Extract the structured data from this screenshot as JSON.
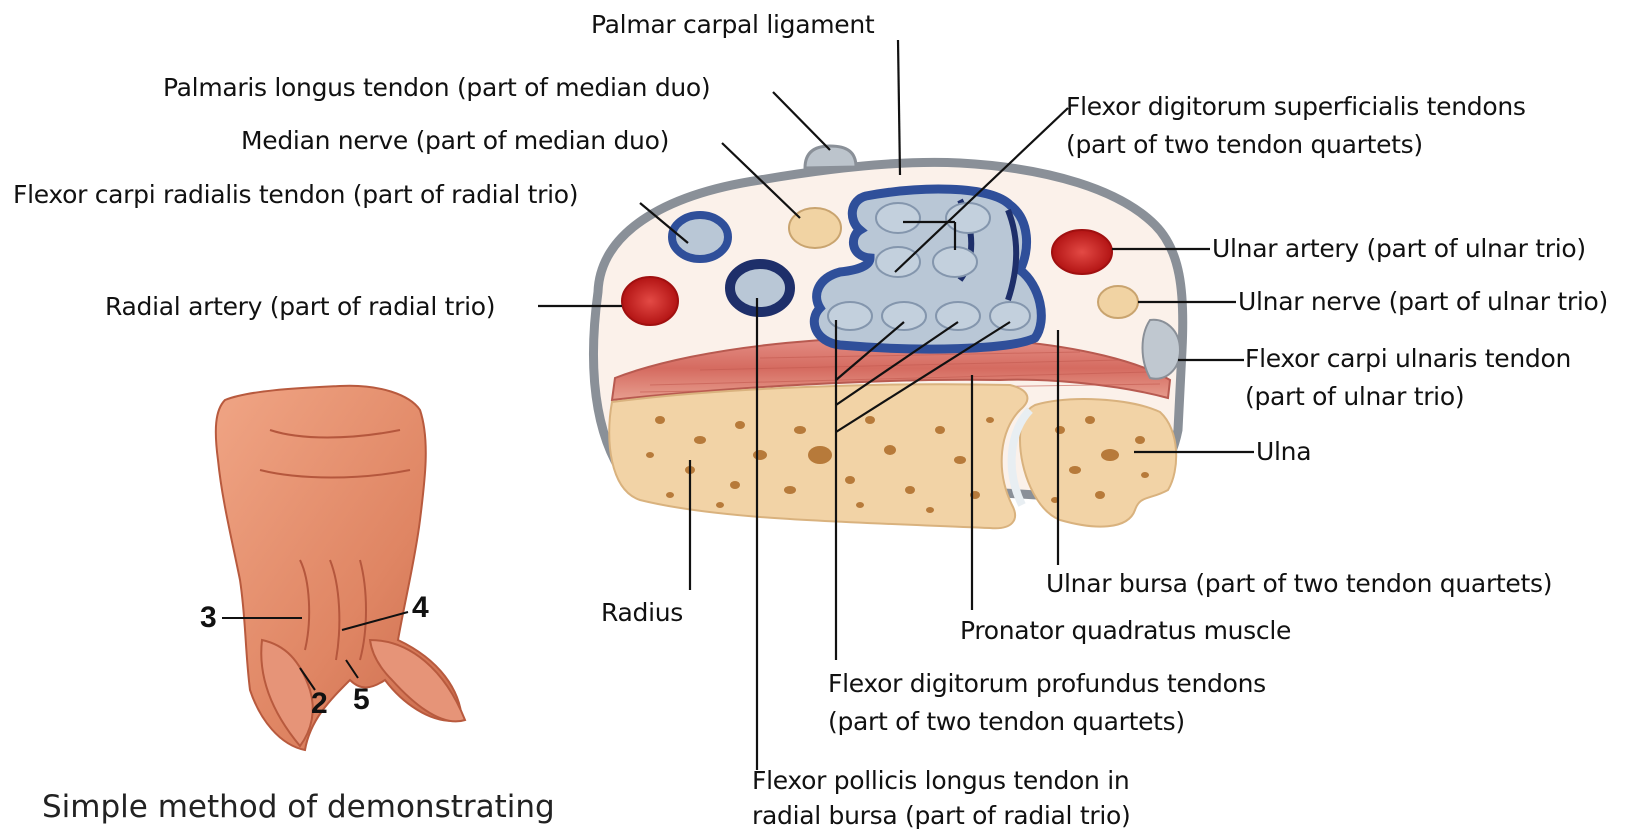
{
  "labels": {
    "palmar_carpal_ligament": "Palmar carpal ligament",
    "palmaris_longus": "Palmaris longus tendon (part of median duo)",
    "median_nerve": "Median nerve (part of median duo)",
    "flexor_carpi_radialis": "Flexor carpi radialis tendon (part of radial trio)",
    "radial_artery": "Radial artery (part of radial trio)",
    "fds_line1": "Flexor digitorum superficialis tendons",
    "fds_line2": "(part of two tendon quartets)",
    "ulnar_artery": "Ulnar artery (part of ulnar trio)",
    "ulnar_nerve": "Ulnar nerve (part of ulnar trio)",
    "fcu_line1": "Flexor carpi ulnaris tendon",
    "fcu_line2": "(part of ulnar trio)",
    "ulna": "Ulna",
    "radius": "Radius",
    "ulnar_bursa": "Ulnar bursa (part of two tendon quartets)",
    "pronator_quadratus": "Pronator quadratus muscle",
    "fdp_line1": "Flexor digitorum profundus tendons",
    "fdp_line2": "(part of two tendon quartets)",
    "fpl_line1": "Flexor pollicis longus tendon in",
    "fpl_line2": "radial bursa (part of radial trio)"
  },
  "finger_numbers": {
    "n3": "3",
    "n4": "4",
    "n2": "2",
    "n5": "5"
  },
  "caption": "Simple method of demonstrating",
  "colors": {
    "skin_outline": "#7d8590",
    "bone": "#f2d3a6",
    "bone_spots": "#b77a3a",
    "muscle": "#d9766a",
    "artery": "#c9201f",
    "nerve": "#f1d3a3",
    "tendon": "#b9c7d6",
    "bursa": "#2f4f9a",
    "hand_skin": "#e0896a"
  }
}
